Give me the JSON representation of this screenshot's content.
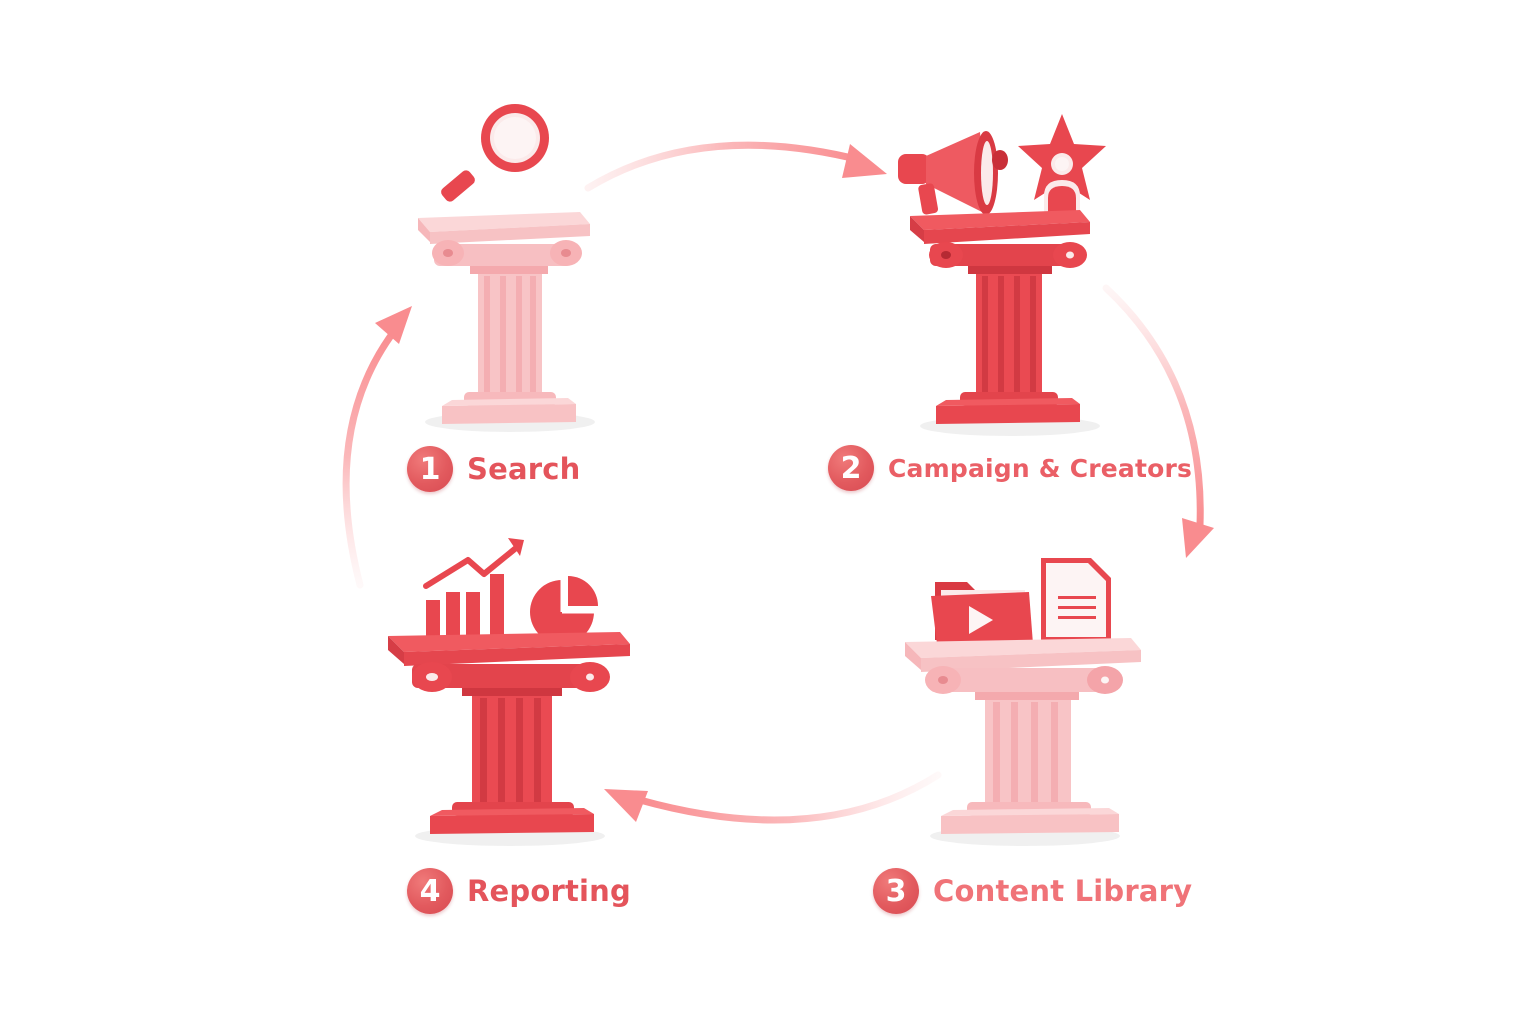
{
  "diagram": {
    "type": "cycle",
    "direction": "clockwise",
    "colors": {
      "background": "#ffffff",
      "accent_red": "#e8474f",
      "accent_pink": "#f7b9bb",
      "badge": "#e25a5e",
      "label_text": "#e4545b",
      "arrow": "#f98c8f"
    },
    "steps": [
      {
        "number": "1",
        "label": "Search",
        "icon": "magnifying-glass-icon",
        "pillar_color": "pink"
      },
      {
        "number": "2",
        "label": "Campaign & Creators",
        "icon": "megaphone-and-star-creator-icon",
        "pillar_color": "red"
      },
      {
        "number": "3",
        "label": "Content Library",
        "icon": "video-folder-and-document-icon",
        "pillar_color": "pink"
      },
      {
        "number": "4",
        "label": "Reporting",
        "icon": "bar-chart-trend-and-pie-chart-icon",
        "pillar_color": "red"
      }
    ],
    "connections": [
      {
        "from": "1",
        "to": "2"
      },
      {
        "from": "2",
        "to": "3"
      },
      {
        "from": "3",
        "to": "4"
      },
      {
        "from": "4",
        "to": "1"
      }
    ]
  }
}
